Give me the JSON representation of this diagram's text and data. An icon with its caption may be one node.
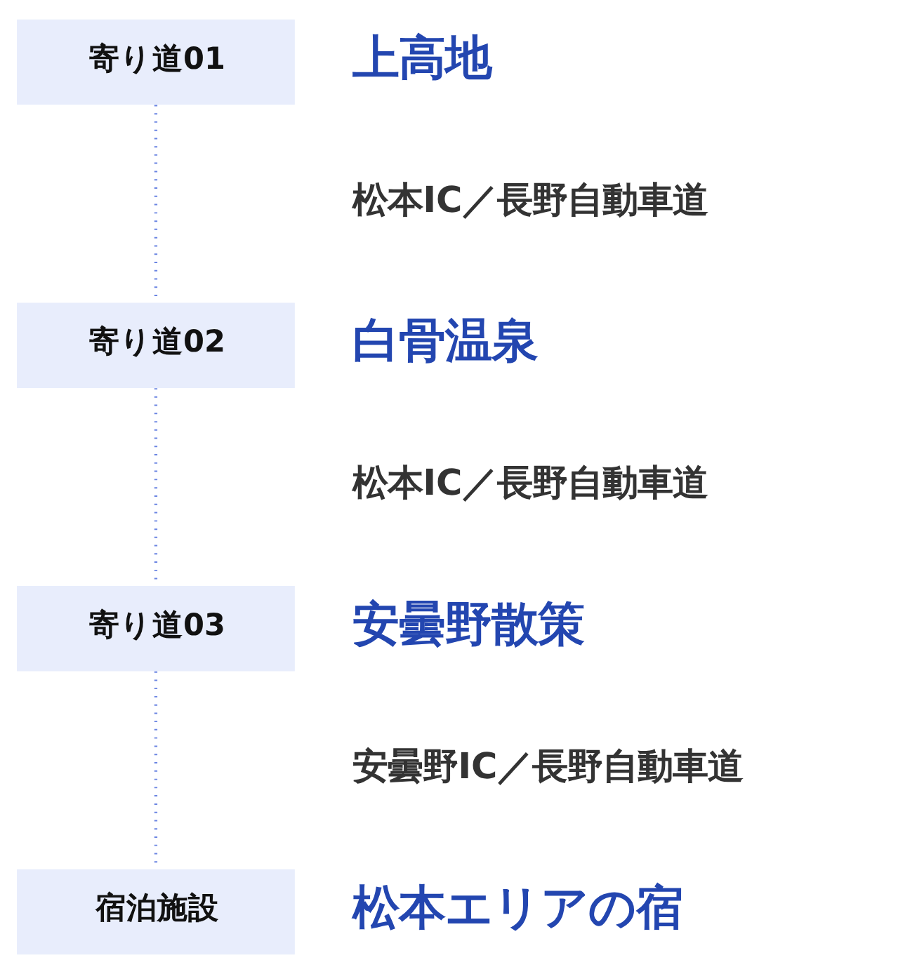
{
  "diagram": {
    "nodes": [
      {
        "text": [
          "寄り道01"
        ],
        "beside": [
          "上高地",
          "松本IC／長野自動車道"
        ]
      },
      {
        "text": [
          "寄り道02"
        ],
        "beside": [
          "白骨温泉",
          "松本IC／長野自動車道"
        ]
      },
      {
        "text": [
          "寄り道03"
        ],
        "beside": [
          "安曇野散策",
          "安曇野IC／長野自動車道"
        ]
      },
      {
        "text": [
          "宿泊施設"
        ],
        "beside": [
          "松本エリアの宿"
        ]
      }
    ],
    "edges": [
      {
        "from": 0,
        "to": 1,
        "arrow": "none",
        "style": "dashed",
        "color": "#6a84e2"
      },
      {
        "from": 1,
        "to": 2,
        "arrow": "none",
        "style": "dashed",
        "color": "#6a84e2"
      },
      {
        "from": 2,
        "to": 3,
        "arrow": "none",
        "style": "dashed",
        "color": "#6a84e2"
      }
    ]
  }
}
